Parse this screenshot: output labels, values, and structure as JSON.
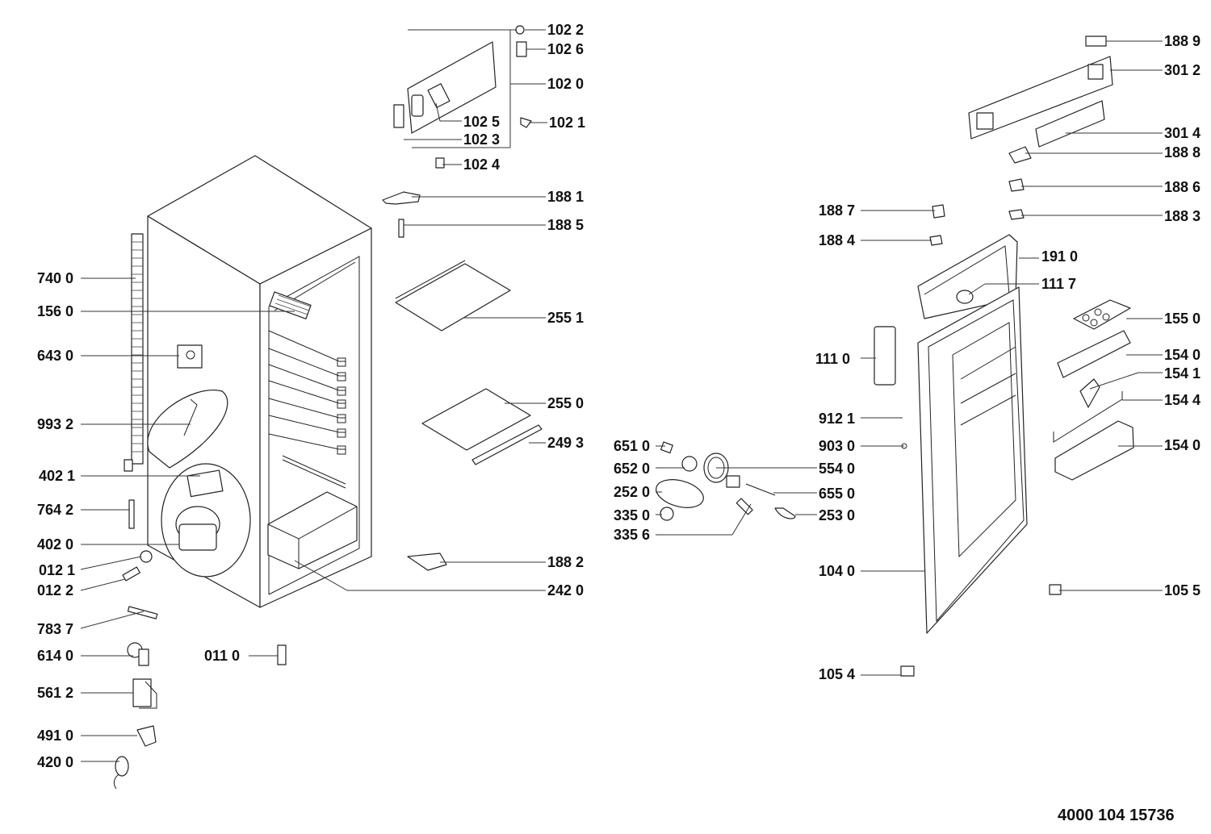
{
  "document_number": "4000 104 15736",
  "parts": {
    "p1022": "102 2",
    "p1026": "102 6",
    "p1020": "102 0",
    "p1025": "102 5",
    "p1023": "102 3",
    "p1021": "102 1",
    "p1024": "102 4",
    "p1881": "188 1",
    "p1885": "188 5",
    "p2551": "255 1",
    "p2550": "255 0",
    "p2493": "249 3",
    "p1882": "188 2",
    "p2420": "242 0",
    "p7400": "740 0",
    "p1560": "156 0",
    "p6430": "643 0",
    "p9932": "993 2",
    "p4021": "402 1",
    "p7642": "764 2",
    "p4020": "402 0",
    "p0121": "012 1",
    "p0122": "012 2",
    "p7837": "783 7",
    "p6140": "614 0",
    "p0110": "011 0",
    "p5612": "561 2",
    "p4910": "491 0",
    "p4200": "420 0",
    "p6510": "651 0",
    "p6520": "652 0",
    "p2520": "252 0",
    "p3350": "335 0",
    "p3356": "335 6",
    "p5540": "554 0",
    "p6550": "655 0",
    "p2530": "253 0",
    "p1889": "188 9",
    "p3012": "301 2",
    "p3014": "301 4",
    "p1888": "188 8",
    "p1886": "188 6",
    "p1887": "188 7",
    "p1883": "188 3",
    "p1884": "188 4",
    "p1910": "191 0",
    "p1117": "111 7",
    "p1550": "155 0",
    "p1110": "111 0",
    "p1540a": "154 0",
    "p1541": "154 1",
    "p1544": "154 4",
    "p9121": "912 1",
    "p1540b": "154 0",
    "p9030": "903 0",
    "p1040": "104 0",
    "p1055": "105 5",
    "p1054": "105 4"
  }
}
